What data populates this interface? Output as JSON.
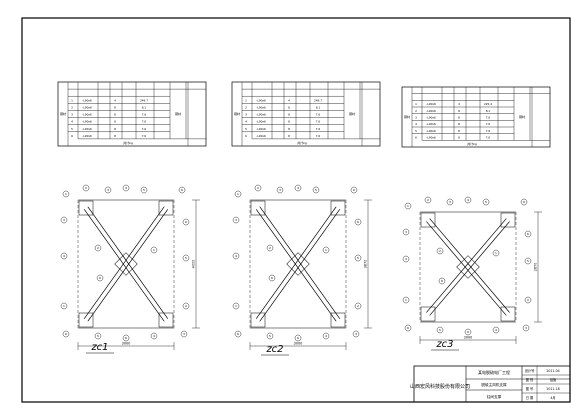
{
  "sheet": {
    "title_block": {
      "company": "山西宏风科技股份有限公司",
      "project": "某电脱硫电厂工程",
      "subtitle": "脱硫主风机支撑",
      "drawing_title": "柱间支撑",
      "labels": [
        "设计号",
        "图 别",
        "图 号",
        "日 期"
      ],
      "values": [
        "2011-04",
        "结施",
        "2011-18",
        "4月"
      ]
    },
    "tables": [
      {
        "name": "table-zc1",
        "total_label": "共计kg",
        "section_label": "钢材",
        "rows": [
          [
            "1",
            "-L90x6",
            "",
            "4",
            "",
            "249.7"
          ],
          [
            "2",
            "-L90x6",
            "",
            "8",
            "",
            "8.1"
          ],
          [
            "3",
            "-L90x6",
            "",
            "8",
            "",
            "7.6"
          ],
          [
            "4",
            "-L90x6",
            "",
            "8",
            "",
            "7.6"
          ],
          [
            "5",
            "-L90x6",
            "",
            "8",
            "",
            "7.6"
          ],
          [
            "6",
            "-L90x6",
            "",
            "8",
            "",
            "7.6"
          ]
        ]
      },
      {
        "name": "table-zc2",
        "total_label": "共计kg",
        "section_label": "钢材",
        "rows": [
          [
            "1",
            "-L90x6",
            "",
            "4",
            "",
            "249.7"
          ],
          [
            "2",
            "-L90x6",
            "",
            "8",
            "",
            "8.1"
          ],
          [
            "3",
            "-L90x6",
            "",
            "8",
            "",
            "7.6"
          ],
          [
            "4",
            "-L90x6",
            "",
            "8",
            "",
            "7.6"
          ],
          [
            "5",
            "-L90x6",
            "",
            "8",
            "",
            "7.6"
          ],
          [
            "6",
            "-L90x6",
            "",
            "8",
            "",
            "7.6"
          ]
        ]
      },
      {
        "name": "table-zc3",
        "total_label": "共计kg",
        "section_label": "钢材",
        "rows": [
          [
            "1",
            "-L90x6",
            "",
            "4",
            "",
            "225.4"
          ],
          [
            "2",
            "-L90x6",
            "",
            "8",
            "",
            "8.1"
          ],
          [
            "3",
            "-L90x6",
            "",
            "8",
            "",
            "7.6"
          ],
          [
            "4",
            "-L90x6",
            "",
            "8",
            "",
            "7.6"
          ],
          [
            "5",
            "-L90x6",
            "",
            "8",
            "",
            "7.6"
          ],
          [
            "6",
            "-L90x6",
            "",
            "8",
            "",
            "7.6"
          ]
        ]
      }
    ],
    "drawings": [
      {
        "name": "zc1",
        "label": "zc1",
        "width_dim": "3000",
        "height_dim": "4000",
        "bolt_labels": [
          "1",
          "2",
          "3",
          "4",
          "5",
          "6",
          "3",
          "6",
          "4",
          "5",
          "6",
          "1",
          "2",
          "1",
          "2",
          "6",
          "5",
          "6",
          "4",
          "3"
        ]
      },
      {
        "name": "zc2",
        "label": "zc2",
        "width_dim": "3000",
        "height_dim": "3870",
        "bolt_labels": [
          "1",
          "2",
          "3",
          "4",
          "5",
          "6",
          "3",
          "6",
          "4",
          "5",
          "6",
          "1",
          "2",
          "1",
          "2",
          "6",
          "5",
          "6",
          "4",
          "3"
        ]
      },
      {
        "name": "zc3",
        "label": "zc3",
        "width_dim": "3000",
        "height_dim": "2870",
        "bolt_labels": [
          "1",
          "2",
          "3",
          "4",
          "5",
          "6",
          "3",
          "6",
          "4",
          "5",
          "6",
          "1",
          "2",
          "1",
          "2",
          "6",
          "5",
          "6",
          "4",
          "3"
        ]
      }
    ]
  }
}
